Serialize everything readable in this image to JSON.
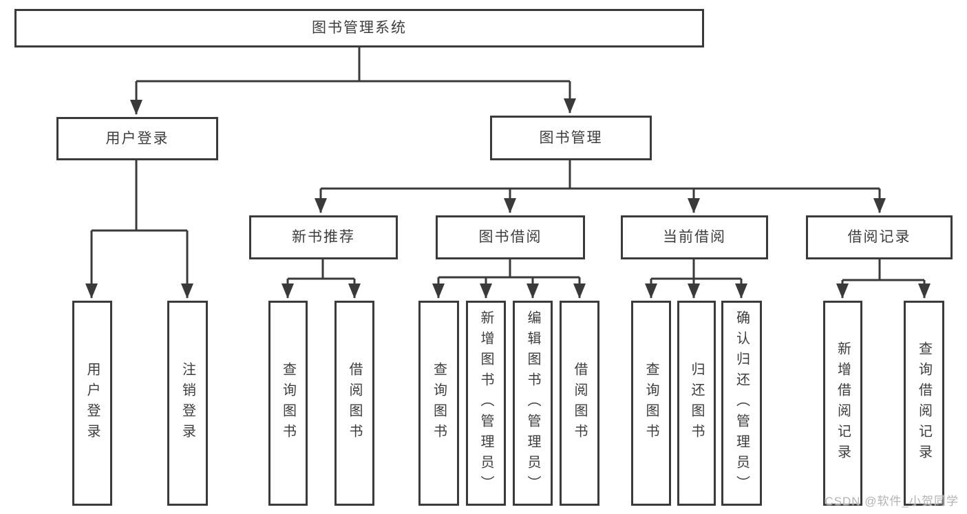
{
  "diagram": {
    "type": "hierarchy-functional-structure",
    "colors": {
      "line": "#3a3a3a",
      "text": "#3d3d3d",
      "box_bg": "#ffffff",
      "watermark": "#b3b3b3"
    },
    "nodes": {
      "root": "图书管理系统",
      "user_login": "用户登录",
      "book_mgmt": "图书管理",
      "new_book_rec": "新书推荐",
      "book_borrow": "图书借阅",
      "current_borrow": "当前借阅",
      "borrow_record": "借阅记录",
      "leaf_user_login": "用户登录",
      "leaf_logout": "注销登录",
      "leaf_nb_query": "查询图书",
      "leaf_nb_borrow": "借阅图书",
      "leaf_bb_query": "查询图书",
      "leaf_bb_add": "新增图书（管理员）",
      "leaf_bb_edit": "编辑图书（管理员）",
      "leaf_bb_borrow": "借阅图书",
      "leaf_cb_query": "查询图书",
      "leaf_cb_return": "归还图书",
      "leaf_cb_confirm": "确认归还（管理员）",
      "leaf_br_add": "新增借阅记录",
      "leaf_br_query": "查询借阅记录"
    },
    "hierarchy": {
      "图书管理系统": [
        "用户登录",
        "图书管理"
      ],
      "用户登录": [
        "用户登录",
        "注销登录"
      ],
      "图书管理": [
        "新书推荐",
        "图书借阅",
        "当前借阅",
        "借阅记录"
      ],
      "新书推荐": [
        "查询图书",
        "借阅图书"
      ],
      "图书借阅": [
        "查询图书",
        "新增图书（管理员）",
        "编辑图书（管理员）",
        "借阅图书"
      ],
      "当前借阅": [
        "查询图书",
        "归还图书",
        "确认归还（管理员）"
      ],
      "借阅记录": [
        "新增借阅记录",
        "查询借阅记录"
      ]
    }
  },
  "watermark": "CSDN @软件_小贺同学"
}
